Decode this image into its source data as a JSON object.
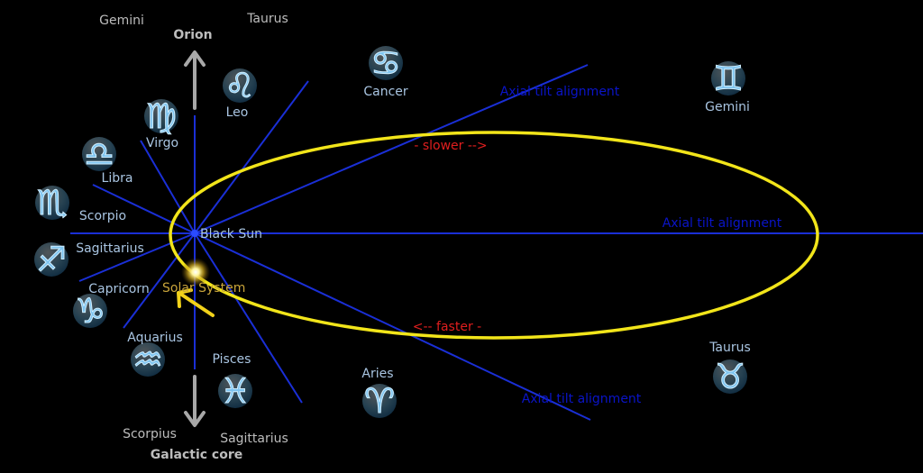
{
  "colors": {
    "background": "#000000",
    "axis_line": "#1a2fd6",
    "orbit": "#f2e51a",
    "label_zodiac": "#a9c5e2",
    "label_blue": "#0a14c8",
    "label_red": "#e01e1e",
    "arrow_gray": "#a8a8a8",
    "arrow_yellow": "#f2d21a",
    "icon_fill": "#7ec4ef"
  },
  "top_constellations": {
    "left": "Gemini",
    "right": "Taurus"
  },
  "orion_label": "Orion",
  "galactic_core_label": "Galactic core",
  "bottom_constellations": {
    "left": "Scorpius",
    "right": "Sagittarius"
  },
  "center_label": "Black Sun",
  "solar_system_label": "Solar System",
  "speed_labels": {
    "slower": "- slower -->",
    "faster": "<-- faster -"
  },
  "axial_labels": [
    "Axial tilt alignment",
    "Axial tilt alignment",
    "Axial tilt alignment"
  ],
  "zodiac_labels": {
    "leo": "Leo",
    "virgo": "Virgo",
    "libra": "Libra",
    "scorpio": "Scorpio",
    "sagittarius": "Sagittarius",
    "capricorn": "Capricorn",
    "aquarius": "Aquarius",
    "pisces": "Pisces",
    "cancer": "Cancer",
    "gemini": "Gemini",
    "taurus": "Taurus",
    "aries": "Aries"
  },
  "zodiac_icons": {
    "leo": "leo-icon",
    "virgo": "virgo-icon",
    "libra": "libra-icon",
    "scorpio": "scorpio-icon",
    "sagittarius": "sagittarius-icon",
    "capricorn": "capricorn-icon",
    "aquarius": "aquarius-icon",
    "pisces": "pisces-icon",
    "cancer": "cancer-icon",
    "gemini": "gemini-icon",
    "taurus": "taurus-icon",
    "aries": "aries-icon"
  },
  "zodiac_glyphs": {
    "leo": "♌",
    "virgo": "♍",
    "libra": "♎",
    "scorpio": "♏",
    "sagittarius": "♐",
    "capricorn": "♑",
    "aquarius": "♒",
    "pisces": "♓",
    "cancer": "♋",
    "gemini": "♊",
    "taurus": "♉",
    "aries": "♈"
  }
}
